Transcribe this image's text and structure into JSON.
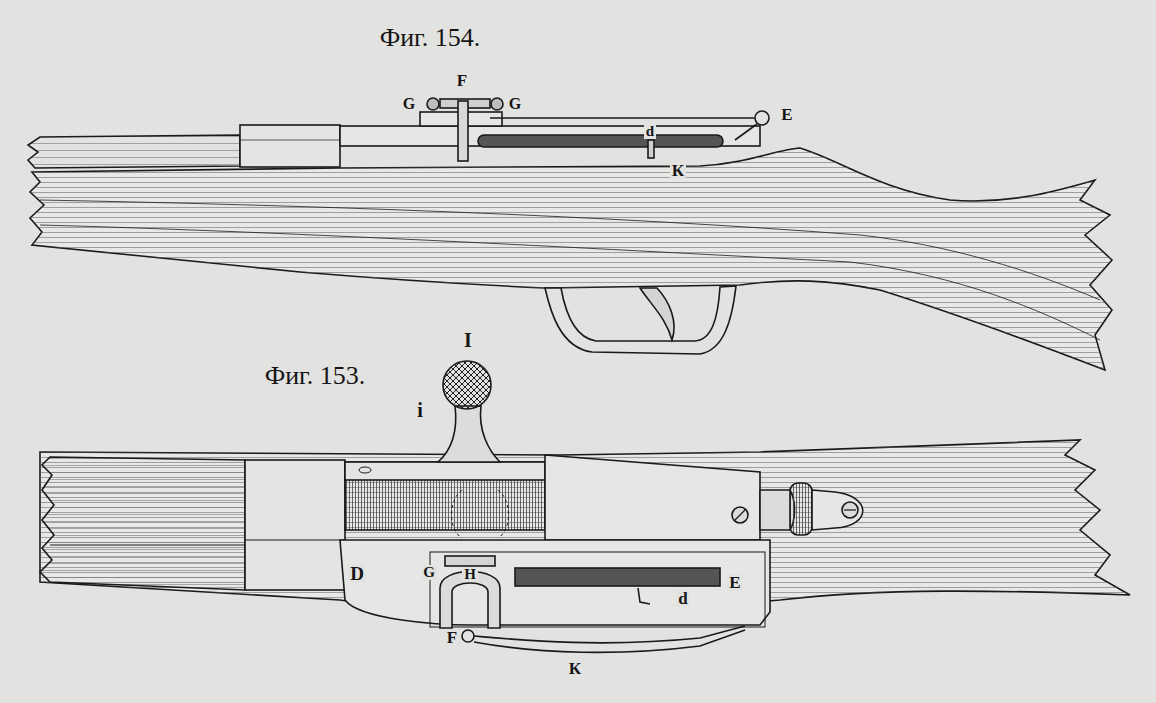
{
  "diagram": {
    "labels": [
      "Фиг. 154.",
      "F",
      "G",
      "G",
      "E",
      "d",
      "К",
      "Фиг. 153.",
      "I",
      "i",
      "D",
      "G",
      "H",
      "E",
      "d",
      "F",
      "К"
    ]
  }
}
